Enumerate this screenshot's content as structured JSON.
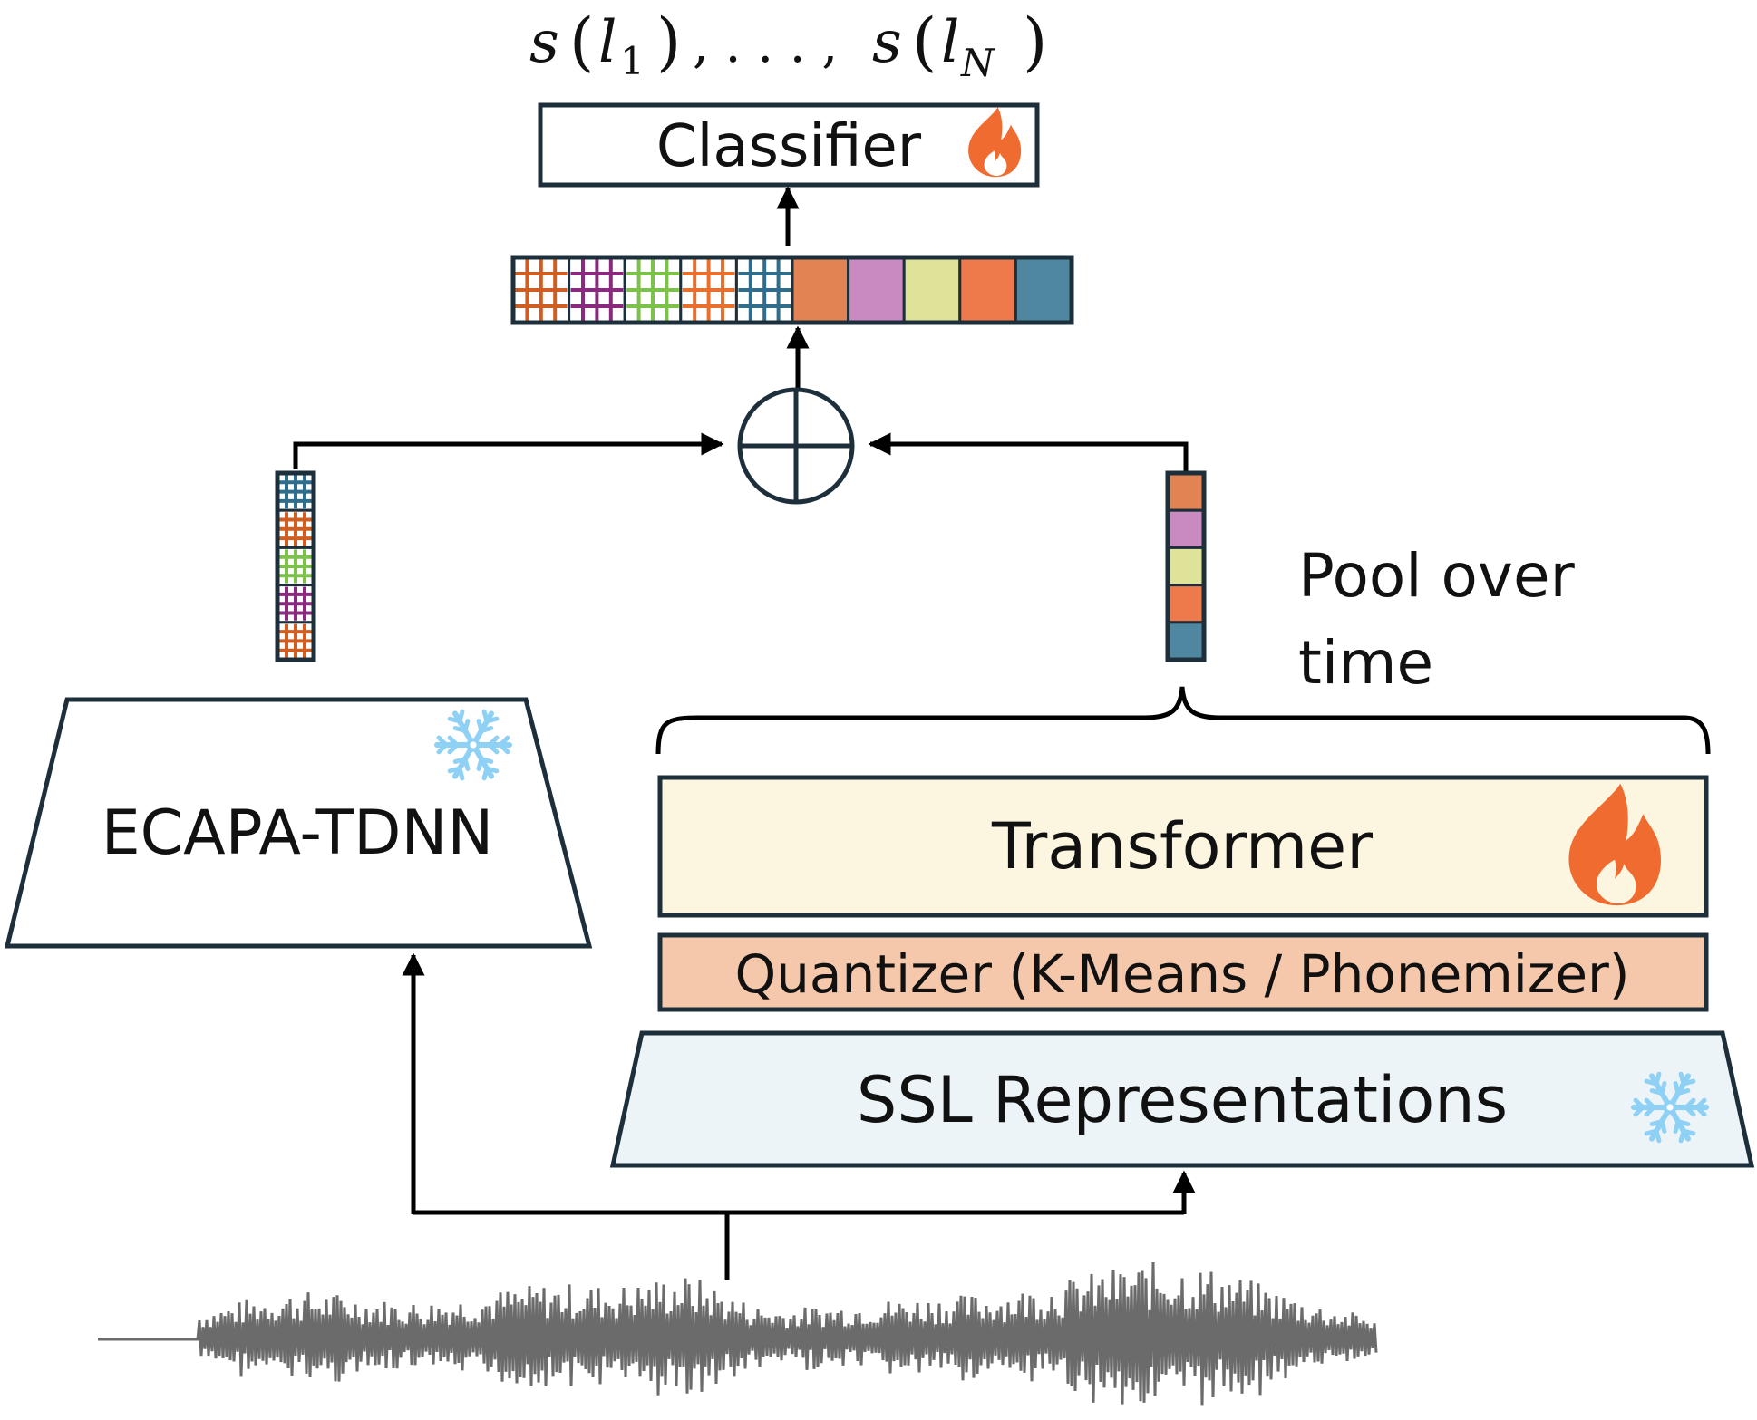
{
  "output": {
    "s1": "s",
    "l1": "l",
    "sub1": "1",
    "dots": ", . . . ,",
    "sN": "s",
    "lN": "l",
    "subN": "N"
  },
  "classifier": {
    "label": "Classifier",
    "badge": "flame-icon"
  },
  "ecapa": {
    "label": "ECAPA-TDNN",
    "badge": "snowflake-icon"
  },
  "pool": {
    "line1": "Pool over",
    "line2": "time"
  },
  "transformer": {
    "label": "Transformer",
    "badge": "flame-icon"
  },
  "quantizer": {
    "label": "Quantizer (K-Means / Phonemizer)"
  },
  "ssl": {
    "label": "SSL Representations",
    "badge": "snowflake-icon"
  },
  "colors": {
    "ink": "#1c2f3a",
    "flame": "#ef6b2f",
    "snowflake": "#8fd0f5",
    "transformer_fill": "#fcf5df",
    "quantizer_fill": "#f6c8ab",
    "ssl_fill": "#edf4f7",
    "waveform": "#6b6b6b",
    "cells_hatched": [
      "#cf5e22",
      "#8a2a7e",
      "#7cc24a",
      "#e8702e",
      "#2e6d8c"
    ],
    "cells_solid": [
      "#e28353",
      "#c98ac2",
      "#dfe39a",
      "#ee7a4c",
      "#4f87a0"
    ]
  }
}
